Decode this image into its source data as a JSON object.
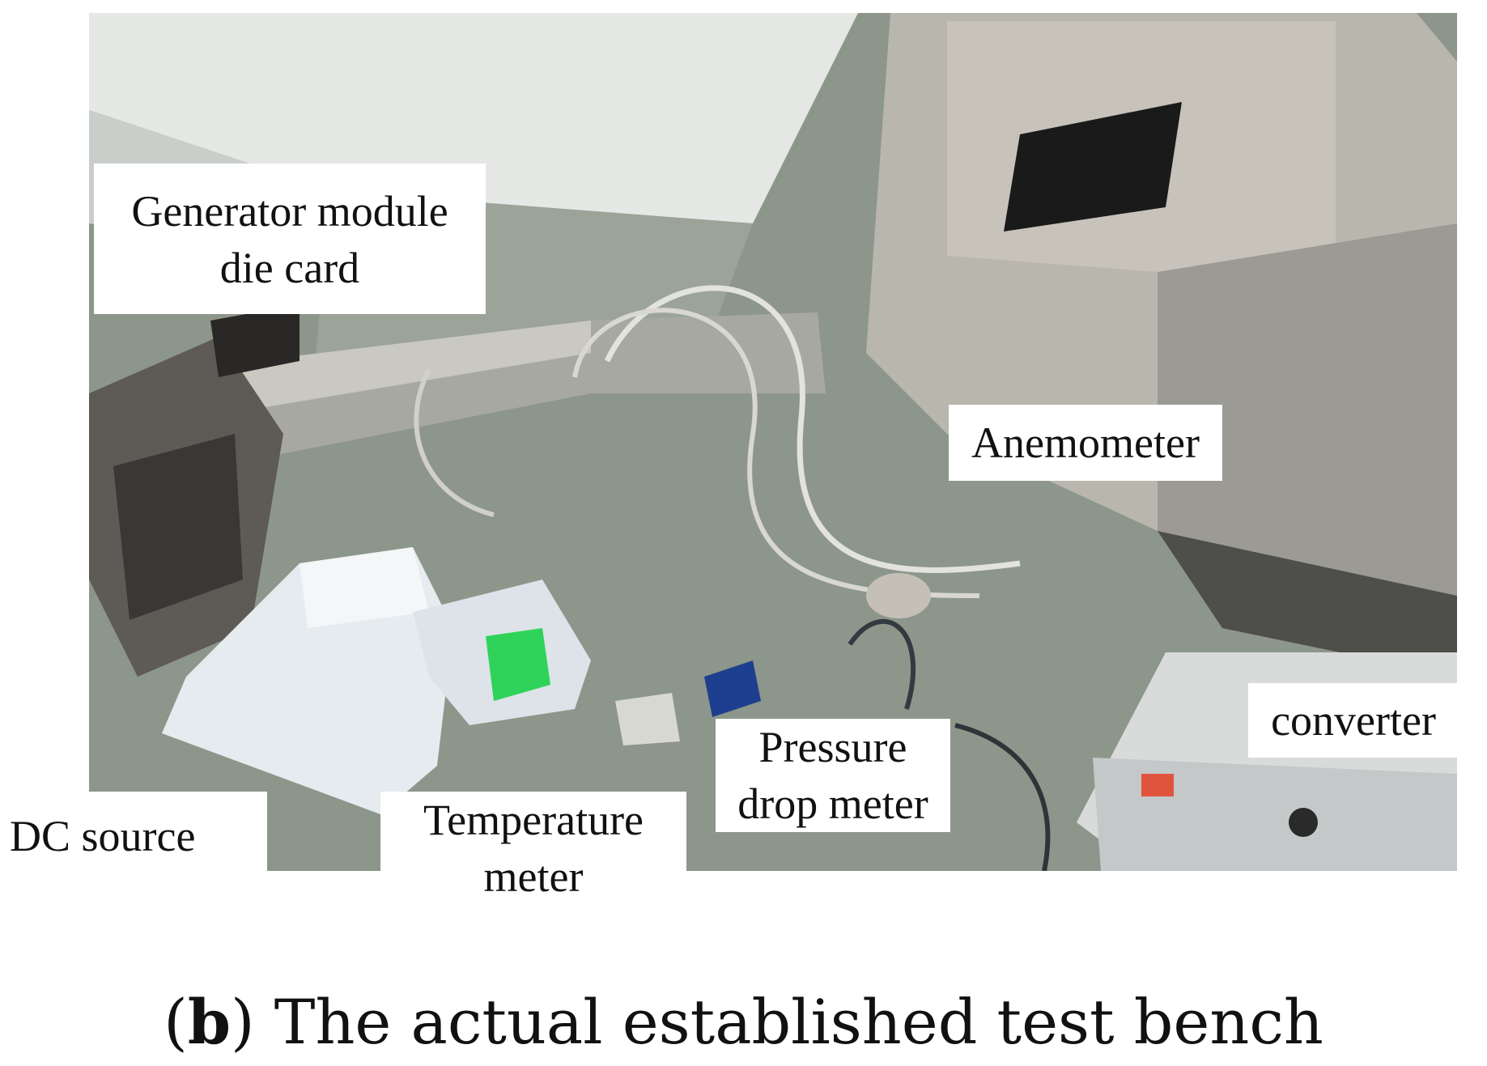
{
  "labels": {
    "generator": "Generator module\ndie card",
    "anemometer": "Anemometer",
    "converter": "converter",
    "pressure": "Pressure\ndrop meter",
    "temperature": "Temperature\nmeter",
    "dc_source": "DC source"
  },
  "caption": {
    "open_paren": "(",
    "letter": "b",
    "close_paren": ")",
    "text": "The actual established test bench"
  },
  "photo": {
    "floor_color": "#8d968b",
    "wall_color": "#e9ecea",
    "box_color": "#b7b4ad",
    "meter_screen_color": "#2fd35a",
    "tag_color": "#1e3f8f",
    "sticker_color": "#e0543d"
  }
}
